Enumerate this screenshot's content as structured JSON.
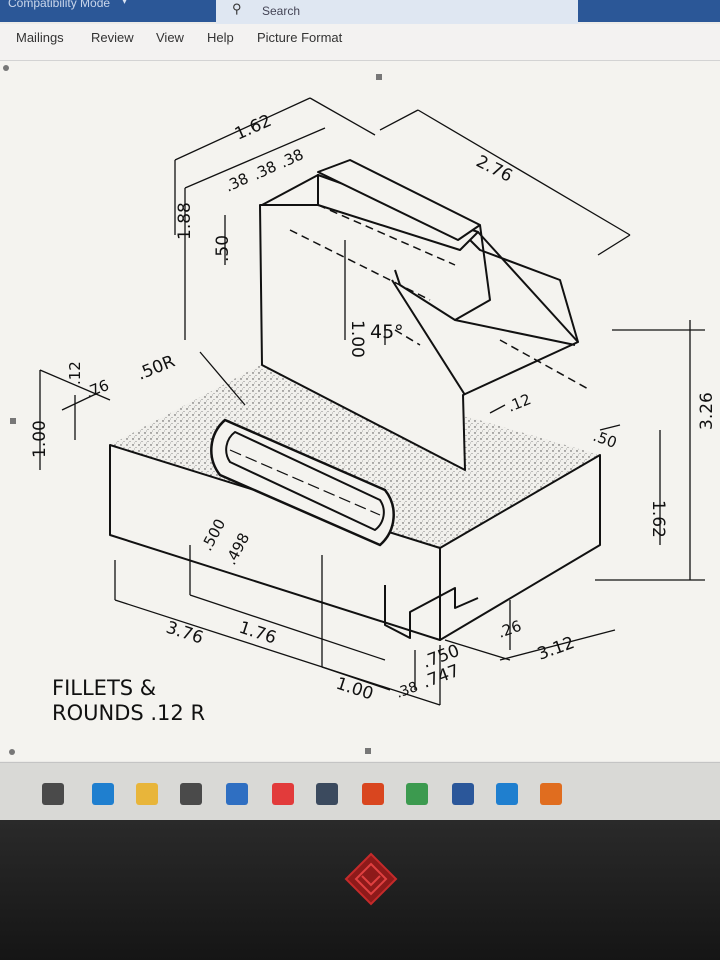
{
  "titlebar": {
    "title": "Compatibility Mode"
  },
  "search": {
    "label": "Search"
  },
  "ribbon": {
    "tabs": [
      "Mailings",
      "Review",
      "View",
      "Help",
      "Picture Format"
    ]
  },
  "drawing": {
    "dims": {
      "d162_top": "1.62",
      "d276": "2.76",
      "d38a": ".38",
      "d38b": ".38",
      "d38c": ".38",
      "d188": "1.88",
      "d50_left": ".50",
      "d100_slot": "1.00",
      "d45": "45°",
      "d50R": ".50R",
      "d76": ".76",
      "d12_left": ".12",
      "d100_left": "1.00",
      "d12_mid": ".12",
      "d50_right": ".50",
      "d162_right": "1.62",
      "d326": "3.26",
      "d500": ".500",
      "d498": ".498",
      "d376": "3.76",
      "d176": "1.76",
      "d100_bottom": "1.00",
      "d38_bottom": ".38",
      "d750": ".750",
      "d747": ".747",
      "d26": ".26",
      "d312": "3.12"
    },
    "note_line1": "FILLETS &",
    "note_line2": "ROUNDS .12 R"
  },
  "taskbar": {
    "icons": [
      "task-view-icon",
      "edge-icon",
      "file-explorer-icon",
      "store-icon",
      "mail-icon",
      "app-red-icon",
      "terminal-icon",
      "office-icon",
      "chrome-icon",
      "word-icon",
      "vpn-icon",
      "app-orange-icon"
    ],
    "colors": [
      "#4a4a4a",
      "#1f7fcf",
      "#e8b53a",
      "#4a4a4a",
      "#2f6fc2",
      "#e23b3b",
      "#3b4a5e",
      "#d9461f",
      "#3c9a4f",
      "#2b579a",
      "#1f7fcf",
      "#e06d1f"
    ]
  }
}
